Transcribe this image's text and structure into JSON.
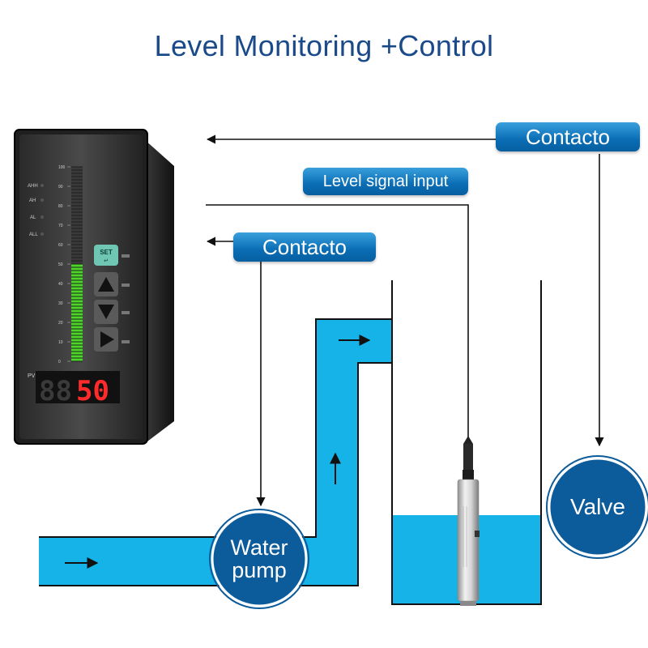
{
  "title": "Level Monitoring +Control",
  "labels": {
    "contacto_top": "Contacto",
    "level_signal_input": "Level signal input",
    "contacto_mid": "Contacto",
    "water_pump": "Water pump",
    "valve": "Valve"
  },
  "controller": {
    "scale_ticks": [
      "100",
      "90",
      "80",
      "70",
      "60",
      "50",
      "40",
      "30",
      "20",
      "10",
      "0"
    ],
    "alarm_labels": [
      "AHH",
      "AH",
      "AL",
      "ALL"
    ],
    "pv_label": "PV",
    "display_value": "50",
    "display_blank": "88",
    "set_button": "SET",
    "level_fraction": 0.5
  },
  "colors": {
    "water": "#16b3e8",
    "title": "#1a4a8a",
    "pill": "#0a6db5",
    "circle": "#0c5b9a"
  }
}
